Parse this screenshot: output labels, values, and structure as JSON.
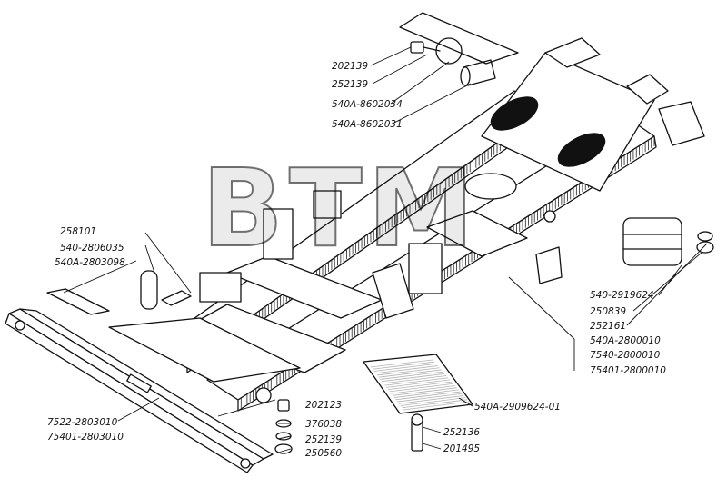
{
  "watermark": "BTM",
  "labels": {
    "l202139": "202139",
    "l252139_top": "252139",
    "l540A_8602034": "540А-8602034",
    "l540A_8602031": "540А-8602031",
    "l258101": "258101",
    "l540_2806035": "540-2806035",
    "l540A_2803098": "540А-2803098",
    "l540_2919624": "540-2919624",
    "l250839": "250839",
    "l252161": "252161",
    "l540A_2800010": "540А-2800010",
    "l7540_2800010": "7540-2800010",
    "l75401_2800010": "75401-2800010",
    "l7522_2803010": "7522-2803010",
    "l75401_2803010": "75401-2803010",
    "l202123": "202123",
    "l376038": "376038",
    "l252139_bot": "252139",
    "l250560": "250560",
    "l540A_2909624_01": "540А-2909624-01",
    "l252136": "252136",
    "l201495": "201495"
  }
}
